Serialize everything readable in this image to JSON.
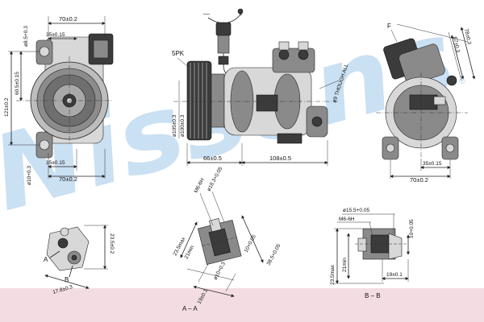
{
  "watermark": {
    "brand": "Nissens",
    "trademark": "®"
  },
  "colors": {
    "watermark": "#9fc8ea",
    "footer_band": "#f3dde3",
    "drawing": "#222222"
  },
  "front_view": {
    "d_top_width": "70±0.2",
    "d_boss_width": "35±0.15",
    "d_mount_hole": "ø8.5+0.3",
    "d_height_total": "121±0.2",
    "d_height_upper": "60.5±0.15",
    "d_bottom_boss": "35±0.15",
    "d_bottom_width": "70±0.2",
    "d_bottom_hole": "ø10+0.3"
  },
  "side_view": {
    "polarity_minus": "—",
    "polarity_plus": "+",
    "label_pulley": "5PK",
    "d_pulley_outer": "ø105±0.3",
    "d_pulley_inner": "ø100±0.3",
    "d_thread": "ø9 THOUGH ALL",
    "d_length_front": "66±0.5",
    "d_length_rear": "108±0.5"
  },
  "rear_view": {
    "label_f": "F",
    "d_angle_1": "78±0.3",
    "d_angle_2": "67±0.3",
    "d_boss_width": "35±0.15",
    "d_bottom_width": "70±0.2"
  },
  "detail_port": {
    "label_a": "A",
    "label_b": "B",
    "d_height": "23.5±0.2",
    "d_width": "17.8±0.3"
  },
  "section_aa": {
    "thread": "M6-6H",
    "d_bore": "ø18.3+0.05",
    "d_depth_max": "23.5max",
    "d_depth_min": "21min",
    "d_pilot": "10+0.05",
    "d_offset": "38.5+0.05",
    "d_seal": "ø10+0.3",
    "d_hole": "19±0.1",
    "caption": "A – A"
  },
  "section_bb": {
    "d_bore": "ø15.5+0.05",
    "thread": "M6-6H",
    "d_pilot": "10+0.05",
    "d_depth_max": "23.5max",
    "d_depth_min": "21min",
    "d_hole": "19±0.1",
    "caption": "B – B"
  }
}
